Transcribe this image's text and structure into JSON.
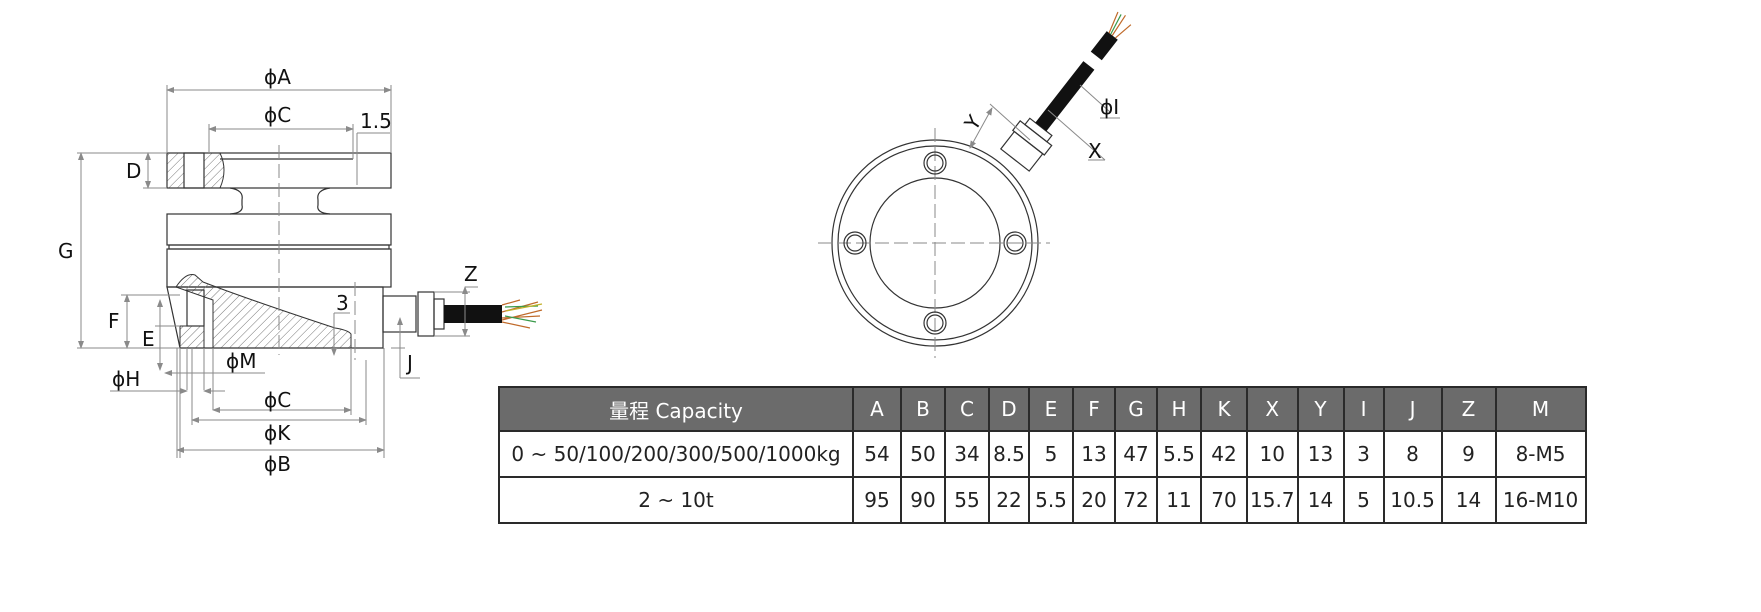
{
  "side_view": {
    "labels": {
      "phiA": "ϕA",
      "phiC_top": "ϕC",
      "dim_1_5": "1.5",
      "D": "D",
      "G": "G",
      "F": "F",
      "E": "E",
      "phiM": "ϕM",
      "phiH": "ϕH",
      "phiC_bottom": "ϕC",
      "phiK": "ϕK",
      "phiB": "ϕB",
      "dim_3": "3",
      "Z": "Z",
      "J": "J"
    }
  },
  "top_view": {
    "labels": {
      "Y": "Y",
      "phiI": "ϕI",
      "X": "X"
    }
  },
  "spec_table": {
    "headers": [
      "量程 Capacity",
      "A",
      "B",
      "C",
      "D",
      "E",
      "F",
      "G",
      "H",
      "K",
      "X",
      "Y",
      "I",
      "J",
      "Z",
      "M"
    ],
    "rows": [
      [
        "0 ~ 50/100/200/300/500/1000kg",
        "54",
        "50",
        "34",
        "8.5",
        "5",
        "13",
        "47",
        "5.5",
        "42",
        "10",
        "13",
        "3",
        "8",
        "9",
        "8-M5"
      ],
      [
        "2 ~ 10t",
        "95",
        "90",
        "55",
        "22",
        "5.5",
        "20",
        "72",
        "11",
        "70",
        "15.7",
        "14",
        "5",
        "10.5",
        "14",
        "16-M10"
      ]
    ]
  },
  "colors": {
    "header_bg": "#6b6b6b",
    "header_text": "#ffffff",
    "border": "#2a2a2a",
    "line": "#333333",
    "dim_line": "#8a8a8a"
  }
}
